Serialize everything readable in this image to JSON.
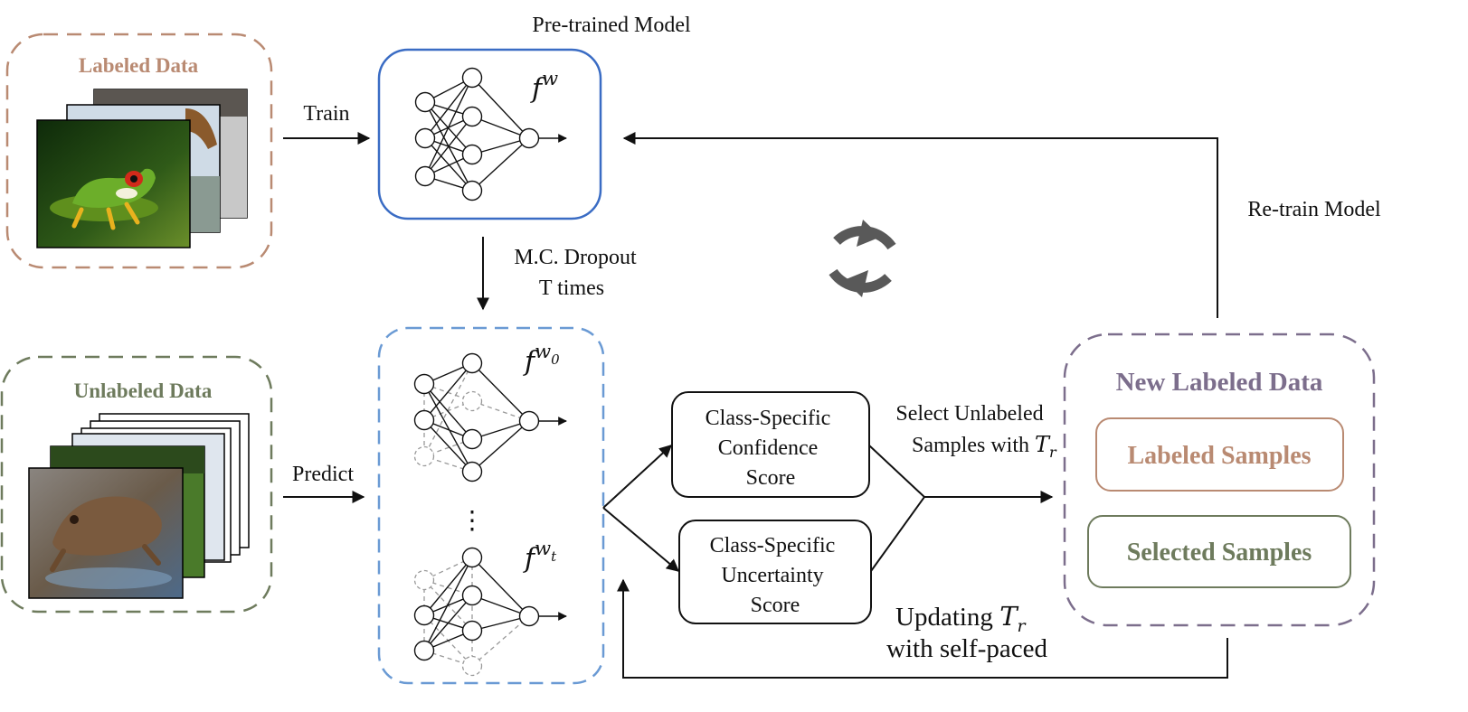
{
  "labeled_data": {
    "title": "Labeled Data",
    "color": "#b98a72"
  },
  "unlabeled_data": {
    "title": "Unlabeled Data",
    "color": "#6e7b5d"
  },
  "pretrained": {
    "title": "Pre-trained Model",
    "f": "f",
    "sup": "w",
    "border_color": "#3a6cc4"
  },
  "mc_model": {
    "f": "f",
    "sup": "w",
    "sub0": "0",
    "subt": "t",
    "dots": "⋮",
    "border_color": "#6a9ad4"
  },
  "edges": {
    "train": "Train",
    "predict": "Predict",
    "mc_line1": "M.C. Dropout",
    "mc_line2": "T times",
    "retrain": "Re-train Model",
    "select_line1": "Select Unlabeled",
    "select_line2": "Samples with ",
    "tr_T": "T",
    "tr_r": "r",
    "update_line1": "Updating ",
    "update_line2": "with self-paced"
  },
  "scores": {
    "confidence": [
      "Class-Specific",
      "Confidence",
      "Score"
    ],
    "uncertainty": [
      "Class-Specific",
      "Uncertainty",
      "Score"
    ]
  },
  "new_labeled": {
    "title": "New Labeled Data",
    "title_color": "#7c6e8c",
    "labeled_samples": "Labeled Samples",
    "labeled_color": "#b98a72",
    "selected_samples": "Selected Samples",
    "selected_color": "#6e7b5d"
  },
  "icons": {
    "cycle": "refresh-cycle-icon",
    "cycle_color": "#595959"
  }
}
